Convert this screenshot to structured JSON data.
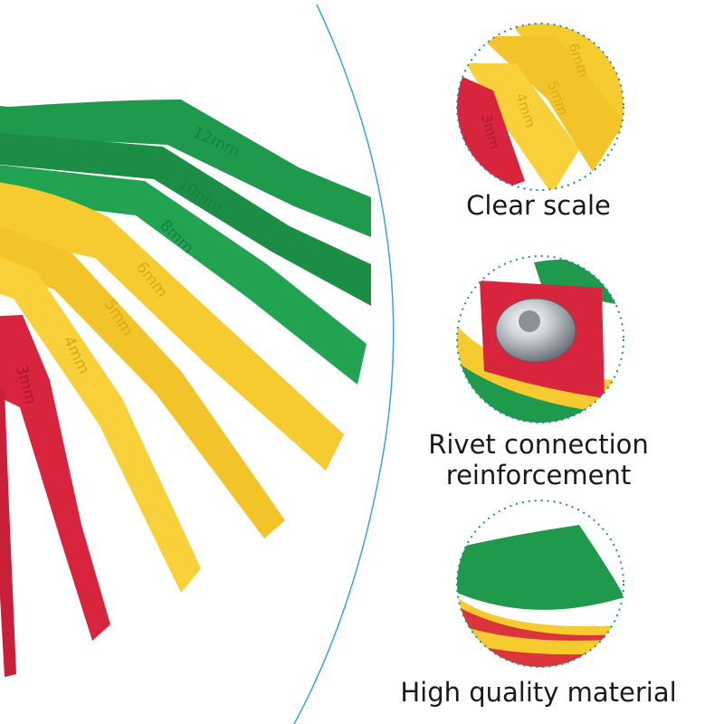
{
  "features": [
    {
      "label": "Clear scale"
    },
    {
      "label_line1": "Rivet connection",
      "label_line2": "reinforcement"
    },
    {
      "label": "High quality material"
    }
  ],
  "blade_markings": [
    "12mm",
    "10mm",
    "8mm",
    "6mm",
    "5mm",
    "4mm",
    "3mm"
  ],
  "inset_markings": [
    "6mm",
    "5mm",
    "4mm",
    "3mm"
  ],
  "colors": {
    "green": "#1f9a4c",
    "yellow": "#f6cb30",
    "red": "#d8243d",
    "dotted_circle": "#1e8c9c",
    "divider_arc": "#3aa5d8"
  }
}
